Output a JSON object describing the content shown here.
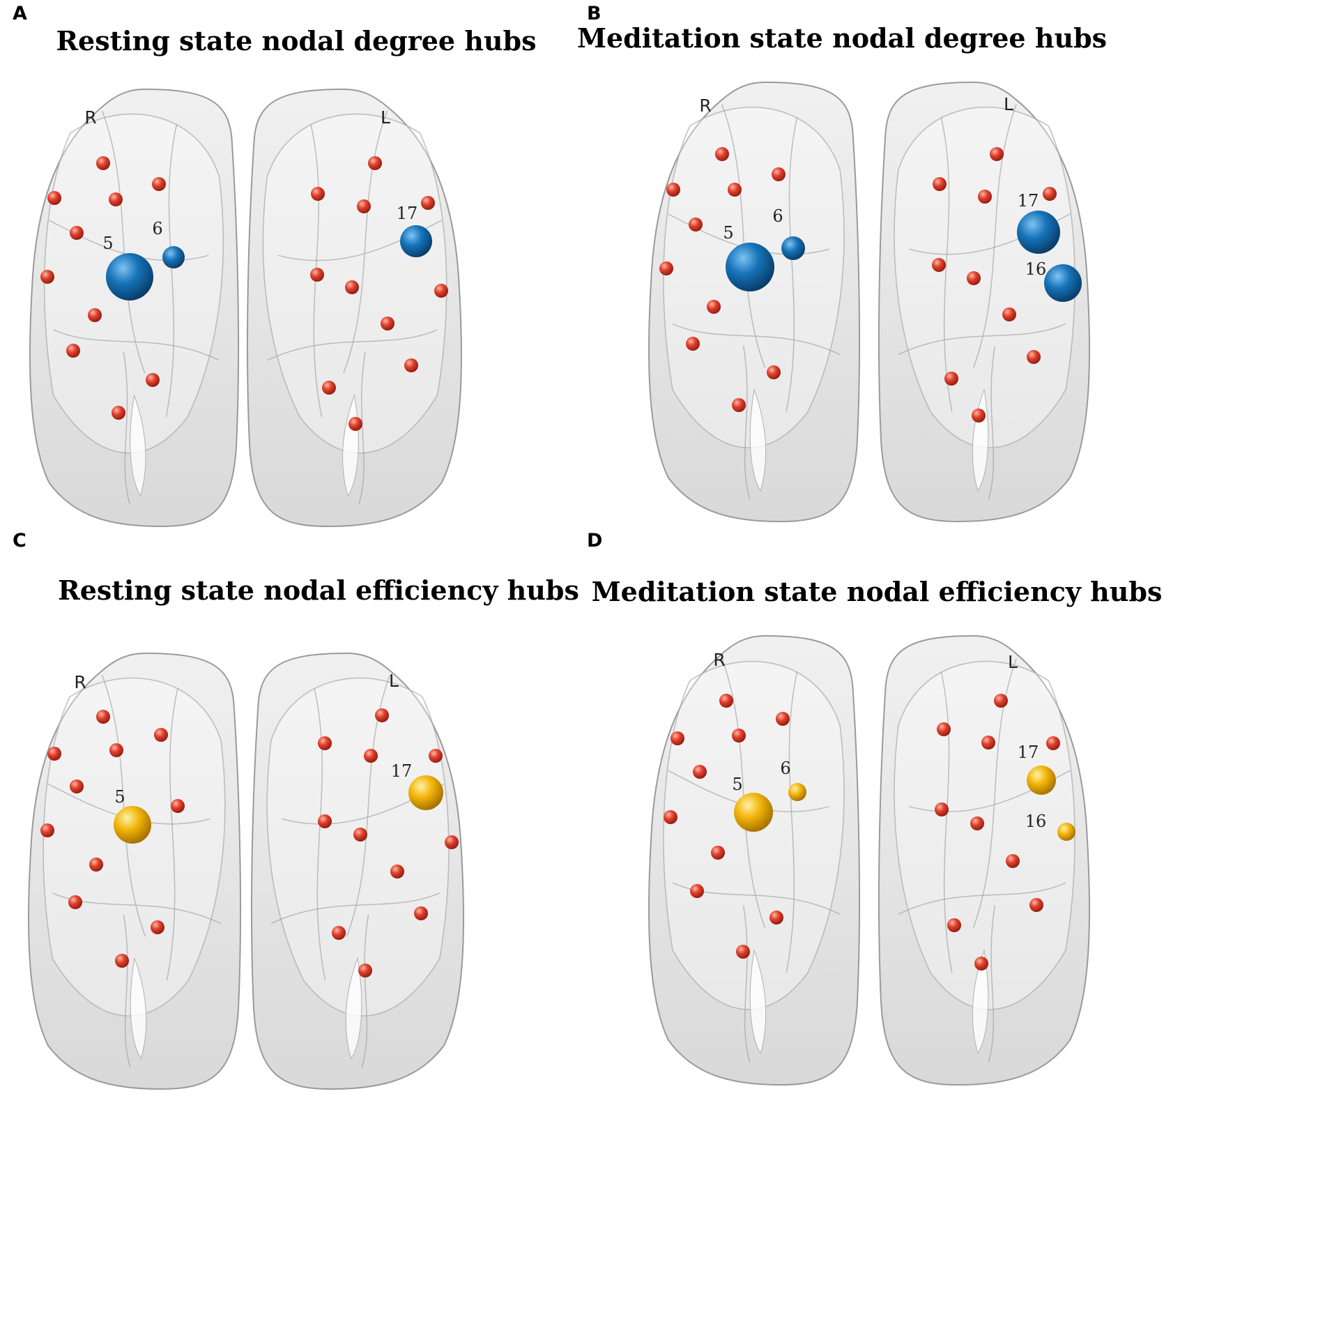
{
  "figure": {
    "colors": {
      "node": "#e0402c",
      "degree_hub": "#1673b8",
      "efficiency_hub": "#f2b50a",
      "brain_fill": "#dcdcdc",
      "brain_stroke": "#9a9a9a"
    },
    "panels": [
      {
        "letter": "A",
        "title": "Resting state nodal degree hubs",
        "left_label": "R",
        "right_label": "L",
        "hub_color_key": "degree_hub",
        "hubs": [
          {
            "id": "5",
            "label": "5",
            "size": "large"
          },
          {
            "id": "6",
            "label": "6",
            "size": "small"
          },
          {
            "id": "17",
            "label": "17",
            "size": "medium"
          }
        ]
      },
      {
        "letter": "B",
        "title": "Meditation state nodal degree hubs",
        "left_label": "R",
        "right_label": "L",
        "hub_color_key": "degree_hub",
        "hubs": [
          {
            "id": "5",
            "label": "5",
            "size": "large"
          },
          {
            "id": "6",
            "label": "6",
            "size": "small"
          },
          {
            "id": "17",
            "label": "17",
            "size": "large"
          },
          {
            "id": "16",
            "label": "16",
            "size": "medium"
          }
        ]
      },
      {
        "letter": "C",
        "title": "Resting state nodal efficiency hubs",
        "left_label": "R",
        "right_label": "L",
        "hub_color_key": "efficiency_hub",
        "hubs": [
          {
            "id": "5",
            "label": "5",
            "size": "medium"
          },
          {
            "id": "17",
            "label": "17",
            "size": "medium"
          }
        ]
      },
      {
        "letter": "D",
        "title": "Meditation state nodal efficiency hubs",
        "left_label": "R",
        "right_label": "L",
        "hub_color_key": "efficiency_hub",
        "hubs": [
          {
            "id": "5",
            "label": "5",
            "size": "large"
          },
          {
            "id": "6",
            "label": "6",
            "size": "small"
          },
          {
            "id": "17",
            "label": "17",
            "size": "medium"
          },
          {
            "id": "16",
            "label": "16",
            "size": "small"
          }
        ]
      }
    ]
  }
}
